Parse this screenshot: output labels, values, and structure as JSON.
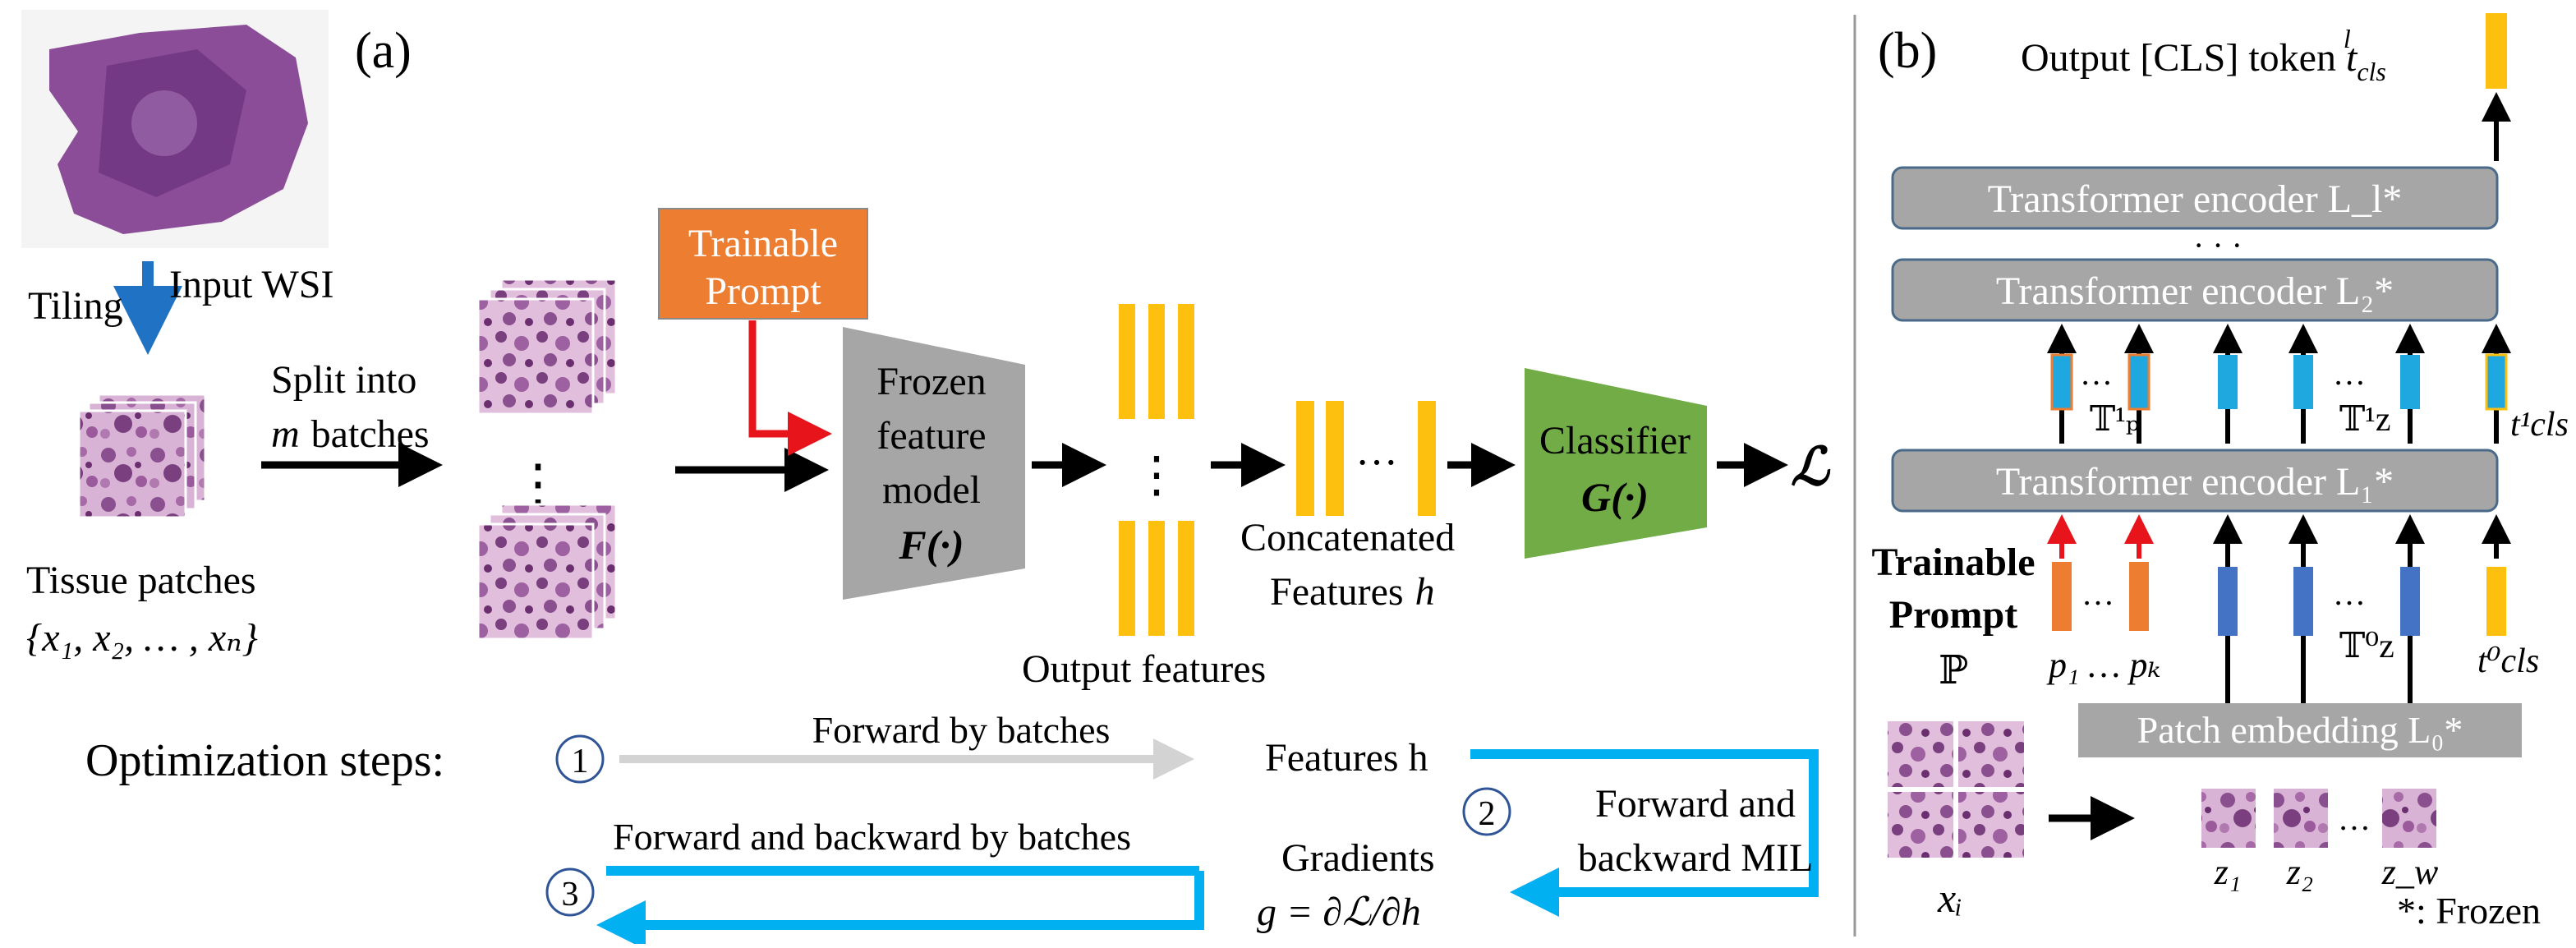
{
  "panel_a": {
    "label": "(a)",
    "input_wsi": "Input WSI",
    "tiling": "Tiling",
    "split_line1": "Split into",
    "split_line2_var": "m",
    "split_line2_rest": "batches",
    "tissue_patches": "Tissue patches",
    "set_notation": "{x₁, x₂, … , xₙ}",
    "trainable_prompt_line1": "Trainable",
    "trainable_prompt_line2": "Prompt",
    "frozen_line1": "Frozen",
    "frozen_line2": "feature",
    "frozen_line3": "model",
    "frozen_fn": "F(·)",
    "output_features": "Output features",
    "concat_line1": "Concatenated",
    "concat_line2": "Features",
    "concat_var": "h",
    "classifier_line1": "Classifier",
    "classifier_fn": "G(·)",
    "loss": "ℒ",
    "vdots": "⋮",
    "hdots": "···"
  },
  "optimization": {
    "title": "Optimization steps:",
    "step1_num": "1",
    "step1_label": "Forward by batches",
    "features_h": "Features h",
    "step2_num": "2",
    "step2_line1": "Forward and",
    "step2_line2": "backward MIL",
    "gradients": "Gradients",
    "gradient_eq": "g = ∂ℒ/∂h",
    "step3_num": "3",
    "step3_label": "Forward and backward by batches"
  },
  "panel_b": {
    "label": "(b)",
    "output_cls_text": "Output [CLS] token",
    "output_cls_sym": "t",
    "output_cls_sub": "cls",
    "output_cls_sup": "l",
    "encoder_l": "Transformer encoder L_l*",
    "encoder_2": "Transformer encoder L₂*",
    "encoder_1": "Transformer encoder L₁*",
    "vdots_between": "· · ·",
    "t_p1": "𝕋¹ₚ",
    "t_z1": "𝕋¹z",
    "t_cls1": "t¹cls",
    "trainable_line1": "Trainable",
    "trainable_line2": "Prompt",
    "prompt_set": "ℙ",
    "p_labels": "p₁ … pₖ",
    "t_z0": "𝕋⁰z",
    "t_cls0": "t⁰cls",
    "patch_embedding": "Patch embedding L₀*",
    "x_i": "xᵢ",
    "z1": "z₁",
    "z2": "z₂",
    "zw": "z_w",
    "frozen_note": "*: Frozen",
    "dots": "…"
  },
  "colors": {
    "blue_arrow": "#1f72c4",
    "orange": "#ec7d31",
    "red": "#e8141c",
    "gray_model": "#a6a6a6",
    "yellow": "#fec00f",
    "green": "#71ac47",
    "light_gray_arrow": "#d3d3d3",
    "cyan": "#00b0f0",
    "step_circle": "#2f5597",
    "encoder_fill": "#a6a6a6",
    "encoder_stroke": "#4a6a8a",
    "token_blue": "#4472c4",
    "token_cyan": "#1fa8e0",
    "tissue_pink": "#c9a0c8",
    "tissue_purple": "#7a3f7e"
  }
}
